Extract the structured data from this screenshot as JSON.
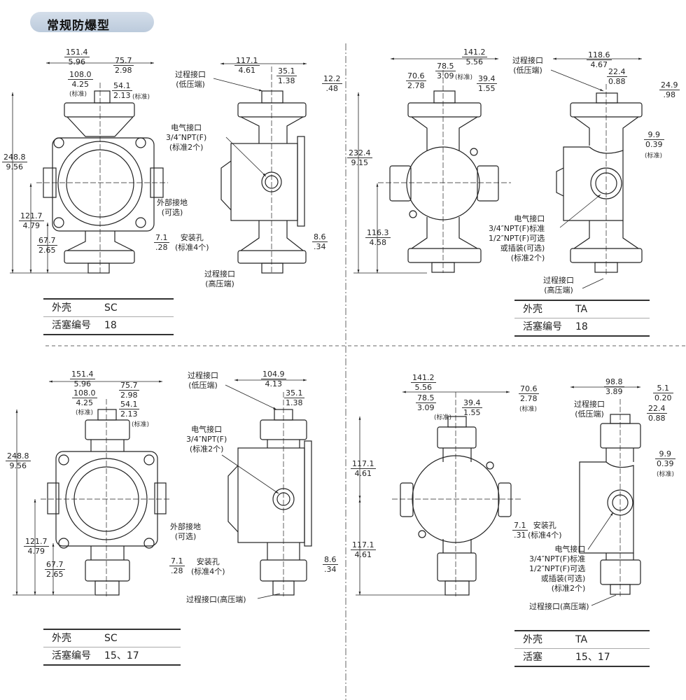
{
  "title": "常规防爆型",
  "q1": {
    "dims": [
      {
        "top": "151.4",
        "bottom": "5.96"
      },
      {
        "top": "75.7",
        "bottom": "2.98"
      },
      {
        "top": "108.0",
        "bottom": "4.25",
        "note": "(标准)"
      },
      {
        "top": "54.1",
        "bottom": "2.13",
        "note": "(标准)"
      },
      {
        "top": "248.8",
        "bottom": "9.56"
      },
      {
        "top": "121.7",
        "bottom": "4.79"
      },
      {
        "top": "67.7",
        "bottom": "2.65"
      },
      {
        "top": "7.1",
        "bottom": ".28"
      },
      {
        "top": "117.1",
        "bottom": "4.61"
      },
      {
        "top": "35.1",
        "bottom": "1.38"
      },
      {
        "top": "12.2",
        "bottom": ".48"
      },
      {
        "top": "8.6",
        "bottom": ".34"
      }
    ],
    "labels": [
      "过程接口\n(低压端)",
      "电气接口\n3/4″NPT(F)\n(标准2个)",
      "外部接地\n(可选)",
      "安装孔\n(标准4个)",
      "过程接口\n(高压端)"
    ],
    "table": [
      {
        "key": "外壳",
        "value": "SC"
      },
      {
        "key": "活塞编号",
        "value": "18"
      }
    ]
  },
  "q2": {
    "dims": [
      {
        "top": "141.2",
        "bottom": "5.56"
      },
      {
        "top": "78.5",
        "bottom": "3.09",
        "note": "(标准)"
      },
      {
        "top": "70.6",
        "bottom": "2.78"
      },
      {
        "top": "39.4",
        "bottom": "1.55"
      },
      {
        "top": "232.4",
        "bottom": "9.15"
      },
      {
        "top": "116.3",
        "bottom": "4.58"
      },
      {
        "top": "118.6",
        "bottom": "4.67"
      },
      {
        "top": "22.4",
        "bottom": "0.88"
      },
      {
        "top": "24.9",
        "bottom": ".98"
      },
      {
        "top": "9.9",
        "bottom": "0.39",
        "note": "(标准)"
      }
    ],
    "labels": [
      "过程接口\n(低压端)",
      "电气接口\n3/4″NPT(F)标准\n1/2″NPT(F)可选\n或插装(可选)\n(标准2个)",
      "过程接口\n(高压端)"
    ],
    "table": [
      {
        "key": "外壳",
        "value": "TA"
      },
      {
        "key": "活塞编号",
        "value": "18"
      }
    ]
  },
  "q3": {
    "dims": [
      {
        "top": "151.4",
        "bottom": "5.96"
      },
      {
        "top": "75.7",
        "bottom": "2.98"
      },
      {
        "top": "108.0",
        "bottom": "4.25",
        "note": "(标准)"
      },
      {
        "top": "54.1",
        "bottom": "2.13",
        "note": "(标准)"
      },
      {
        "top": "248.8",
        "bottom": "9.56"
      },
      {
        "top": "121.7",
        "bottom": "4.79"
      },
      {
        "top": "67.7",
        "bottom": "2.65"
      },
      {
        "top": "7.1",
        "bottom": ".28"
      },
      {
        "top": "104.9",
        "bottom": "4.13"
      },
      {
        "top": "35.1",
        "bottom": "1.38"
      },
      {
        "top": "8.6",
        "bottom": ".34"
      }
    ],
    "labels": [
      "过程接口\n(低压端)",
      "电气接口\n3/4″NPT(F)\n(标准2个)",
      "外部接地\n(可选)",
      "安装孔\n(标准4个)",
      "过程接口(高压端)"
    ],
    "table": [
      {
        "key": "外壳",
        "value": "SC"
      },
      {
        "key": "活塞编号",
        "value": "15、17"
      }
    ]
  },
  "q4": {
    "dims": [
      {
        "top": "141.2",
        "bottom": "5.56"
      },
      {
        "top": "78.5",
        "bottom": "3.09",
        "note": "(标准)"
      },
      {
        "top": "39.4",
        "bottom": "1.55"
      },
      {
        "top": "70.6",
        "bottom": "2.78",
        "note": "(标准)"
      },
      {
        "top": "117.1",
        "bottom": "4.61"
      },
      {
        "top": "117.1",
        "bottom": "4.61"
      },
      {
        "top": "7.1",
        "bottom": ".31"
      },
      {
        "top": "98.8",
        "bottom": "3.89"
      },
      {
        "top": "5.1",
        "bottom": "0.20"
      },
      {
        "top": "22.4",
        "bottom": "0.88"
      },
      {
        "top": "9.9",
        "bottom": "0.39",
        "note": "(标准)"
      }
    ],
    "labels": [
      "安装孔\n(标准4个)",
      "过程接口\n(低压端)",
      "电气接口\n3/4″NPT(F)标准\n1/2″NPT(F)可选\n或插装(可选)\n(标准2个)",
      "过程接口(高压端)"
    ],
    "table": [
      {
        "key": "外壳",
        "value": "TA"
      },
      {
        "key": "活塞",
        "value": "15、17"
      }
    ]
  }
}
